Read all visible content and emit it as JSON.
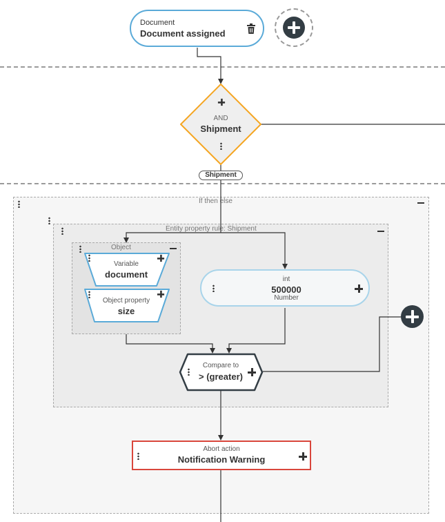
{
  "trigger": {
    "type_label": "Document",
    "name": "Document assigned",
    "delete_icon": "trash-icon"
  },
  "add_trigger_icon": "plus-circle-icon",
  "gateway": {
    "type_label": "AND",
    "name": "Shipment",
    "edge_label": "Shipment"
  },
  "if_then_else": {
    "title": "If then else"
  },
  "entity_rule": {
    "title": "Entity property rule: Shipment"
  },
  "object_group": {
    "title": "Object",
    "variable": {
      "type_label": "Variable",
      "name": "document"
    },
    "property": {
      "type_label": "Object property",
      "name": "size"
    }
  },
  "constant": {
    "type_label": "int",
    "value": "500000",
    "sub_label": "Number"
  },
  "compare": {
    "type_label": "Compare to",
    "operator": "> (greater)"
  },
  "abort": {
    "type_label": "Abort action",
    "name": "Notification Warning"
  },
  "colors": {
    "trigger_border": "#5aaad8",
    "gateway_border": "#f5a623",
    "constant_border": "#a8d4ea",
    "abort_border": "#d9463b",
    "dark_node": "#333d44"
  }
}
